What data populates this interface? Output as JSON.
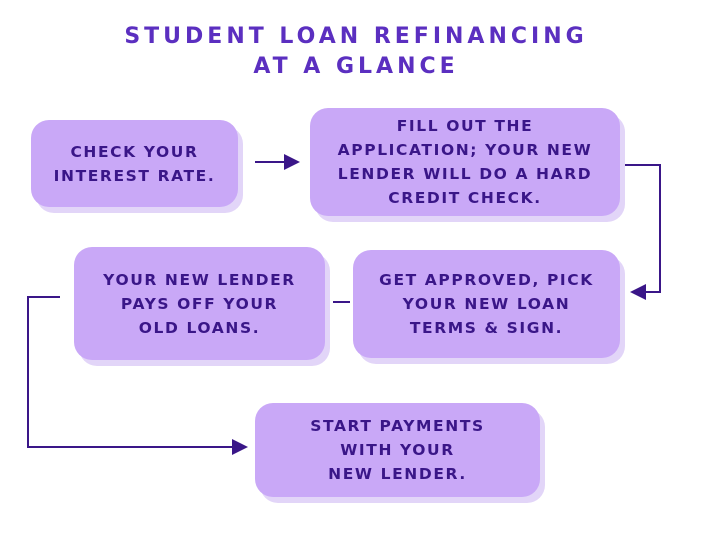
{
  "title": {
    "line1": "STUDENT LOAN REFINANCING",
    "line2": "AT A GLANCE"
  },
  "steps": [
    {
      "text": "CHECK YOUR\nINTEREST RATE."
    },
    {
      "text": "FILL OUT THE\nAPPLICATION; YOUR NEW\nLENDER WILL DO A HARD\nCREDIT CHECK."
    },
    {
      "text": "GET APPROVED, PICK\nYOUR NEW LOAN\nTERMS & SIGN."
    },
    {
      "text": "YOUR NEW LENDER\nPAYS OFF YOUR\nOLD LOANS."
    },
    {
      "text": "START PAYMENTS\nWITH YOUR\nNEW LENDER."
    }
  ],
  "colors": {
    "box": "#c9a8f7",
    "text": "#3a1688",
    "title": "#5b2fc0",
    "arrow": "#3a1688"
  }
}
